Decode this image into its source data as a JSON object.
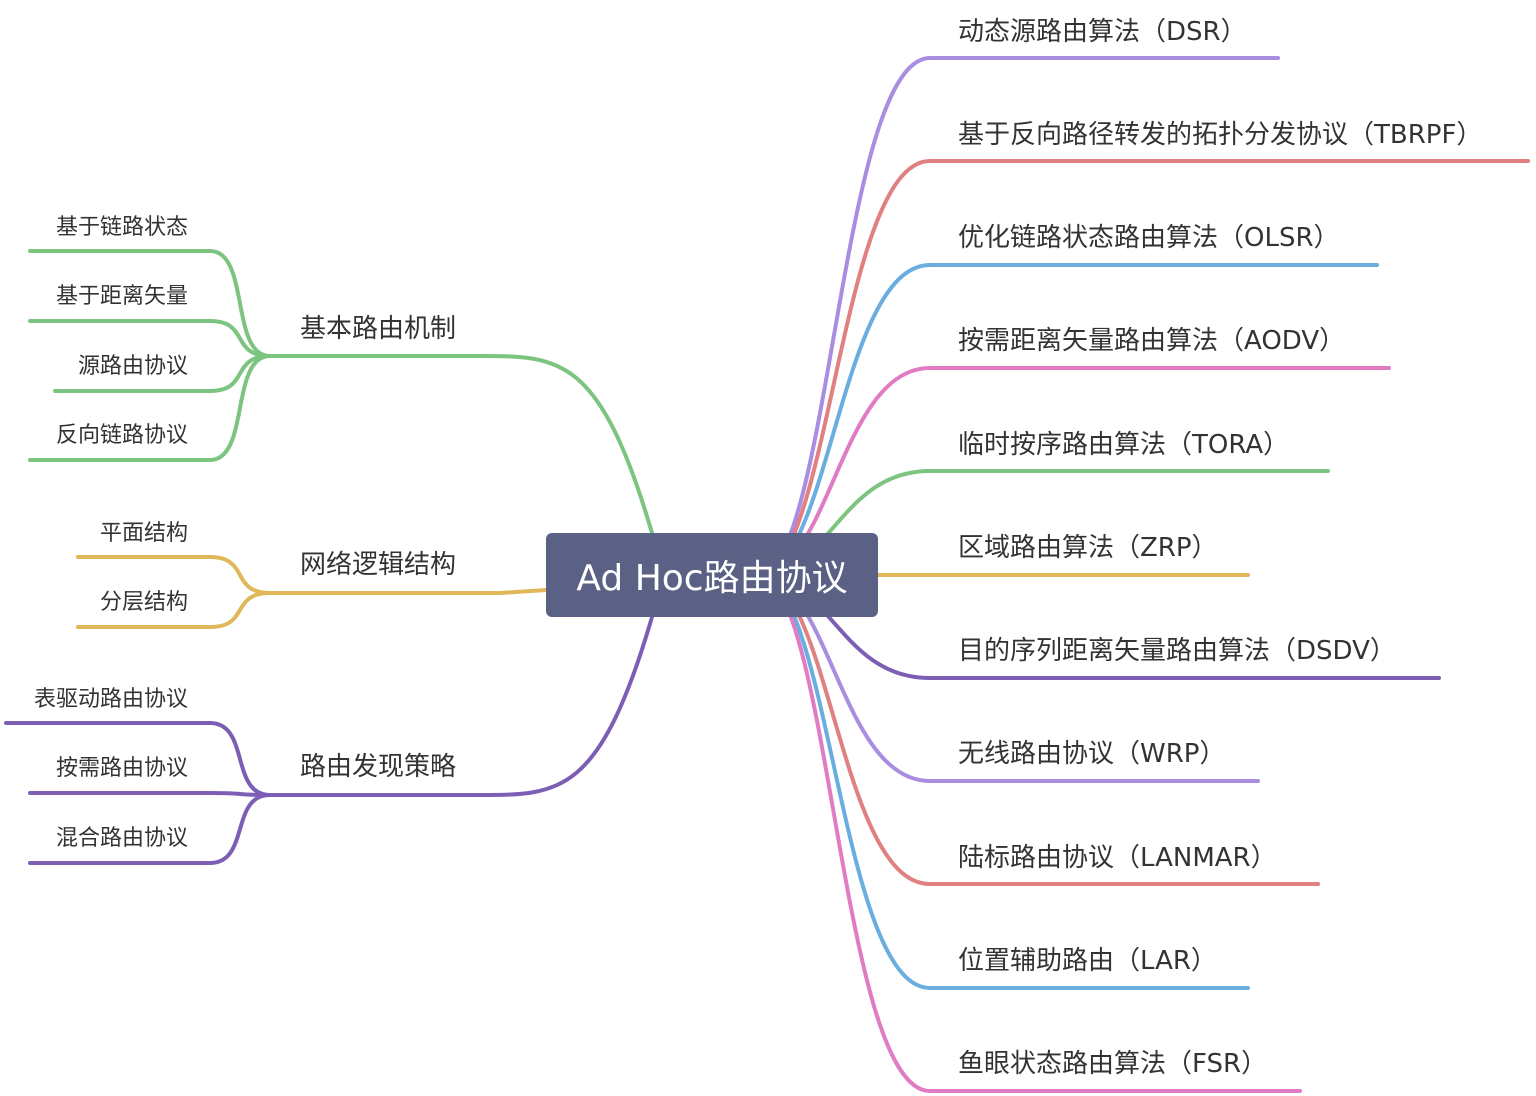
{
  "root": {
    "label": "Ad Hoc路由协议"
  },
  "colors": {
    "green": "#7cc47f",
    "yellow": "#e0b85a",
    "purple": "#7c5fb5",
    "lavender": "#a98de0",
    "red": "#e08080",
    "blue": "#6aaee0",
    "pink": "#e07cc4"
  },
  "left_branches": [
    {
      "label": "基本路由机制",
      "color": "green",
      "children": [
        "基于链路状态",
        "基于距离矢量",
        "源路由协议",
        "反向链路协议"
      ]
    },
    {
      "label": "网络逻辑结构",
      "color": "yellow",
      "children": [
        "平面结构",
        "分层结构"
      ]
    },
    {
      "label": "路由发现策略",
      "color": "purple",
      "children": [
        "表驱动路由协议",
        "按需路由协议",
        "混合路由协议"
      ]
    }
  ],
  "right_branches": [
    {
      "label": "动态源路由算法（DSR）",
      "color": "lavender"
    },
    {
      "label": "基于反向路径转发的拓扑分发协议（TBRPF）",
      "color": "red"
    },
    {
      "label": "优化链路状态路由算法（OLSR）",
      "color": "blue"
    },
    {
      "label": "按需距离矢量路由算法（AODV）",
      "color": "pink"
    },
    {
      "label": "临时按序路由算法（TORA）",
      "color": "green"
    },
    {
      "label": "区域路由算法（ZRP）",
      "color": "yellow"
    },
    {
      "label": "目的序列距离矢量路由算法（DSDV）",
      "color": "purple"
    },
    {
      "label": "无线路由协议（WRP）",
      "color": "lavender"
    },
    {
      "label": "陆标路由协议（LANMAR）",
      "color": "red"
    },
    {
      "label": "位置辅助路由（LAR）",
      "color": "blue"
    },
    {
      "label": "鱼眼状态路由算法（FSR）",
      "color": "pink"
    }
  ]
}
